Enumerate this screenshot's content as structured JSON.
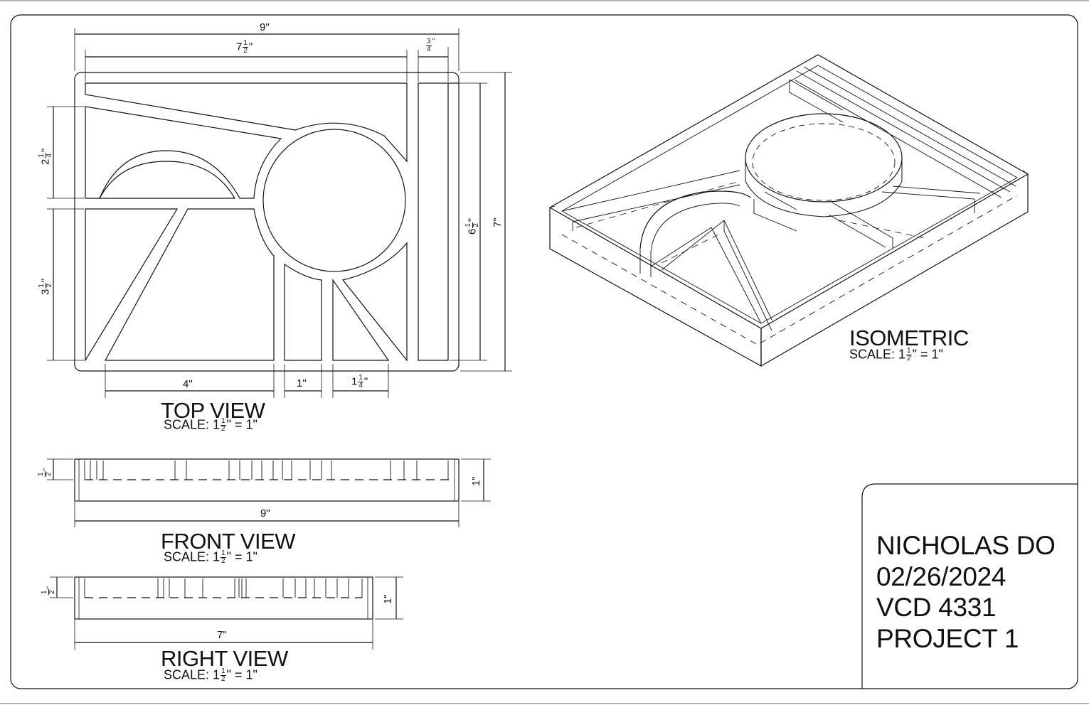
{
  "top_view": {
    "title": "TOP VIEW",
    "scale": {
      "prefix": "SCALE: 1",
      "num": "1",
      "den": "2",
      "suffix": "\" = 1\""
    },
    "dims": {
      "overall_width": "9\"",
      "inner_width": {
        "whole": "7",
        "num": "1",
        "den": "2",
        "suffix": "\""
      },
      "rail_width": {
        "num": "3",
        "den": "4",
        "suffix": "\""
      },
      "arch_height": {
        "whole": "2",
        "num": "1",
        "den": "4",
        "suffix": "\""
      },
      "lower_height": {
        "whole": "3",
        "num": "1",
        "den": "2",
        "suffix": "\""
      },
      "inner_height": {
        "whole": "6",
        "num": "1",
        "den": "2",
        "suffix": "\""
      },
      "overall_height": "7\"",
      "bottom_left": "4\"",
      "bottom_mid": "1\"",
      "bottom_right": {
        "whole": "1",
        "num": "1",
        "den": "4",
        "suffix": "\""
      }
    }
  },
  "front_view": {
    "title": "FRONT VIEW",
    "scale": {
      "prefix": "SCALE: 1",
      "num": "1",
      "den": "2",
      "suffix": "\" = 1\""
    },
    "dims": {
      "depth": {
        "num": "1",
        "den": "2",
        "suffix": "\""
      },
      "height": "1\"",
      "width": "9\""
    }
  },
  "right_view": {
    "title": "RIGHT VIEW",
    "scale": {
      "prefix": "SCALE: 1",
      "num": "1",
      "den": "2",
      "suffix": "\" = 1\""
    },
    "dims": {
      "depth": {
        "num": "1",
        "den": "2",
        "suffix": "\""
      },
      "height": "1\"",
      "width": "7\""
    }
  },
  "isometric": {
    "title": "ISOMETRIC",
    "scale": {
      "prefix": "SCALE: 1",
      "num": "1",
      "den": "2",
      "suffix": "\" = 1\""
    }
  },
  "title_block": {
    "name": "NICHOLAS DO",
    "date": "02/26/2024",
    "course": "VCD 4331",
    "project": "PROJECT 1"
  },
  "colors": {
    "line": "#111111",
    "paper": "#ffffff"
  }
}
